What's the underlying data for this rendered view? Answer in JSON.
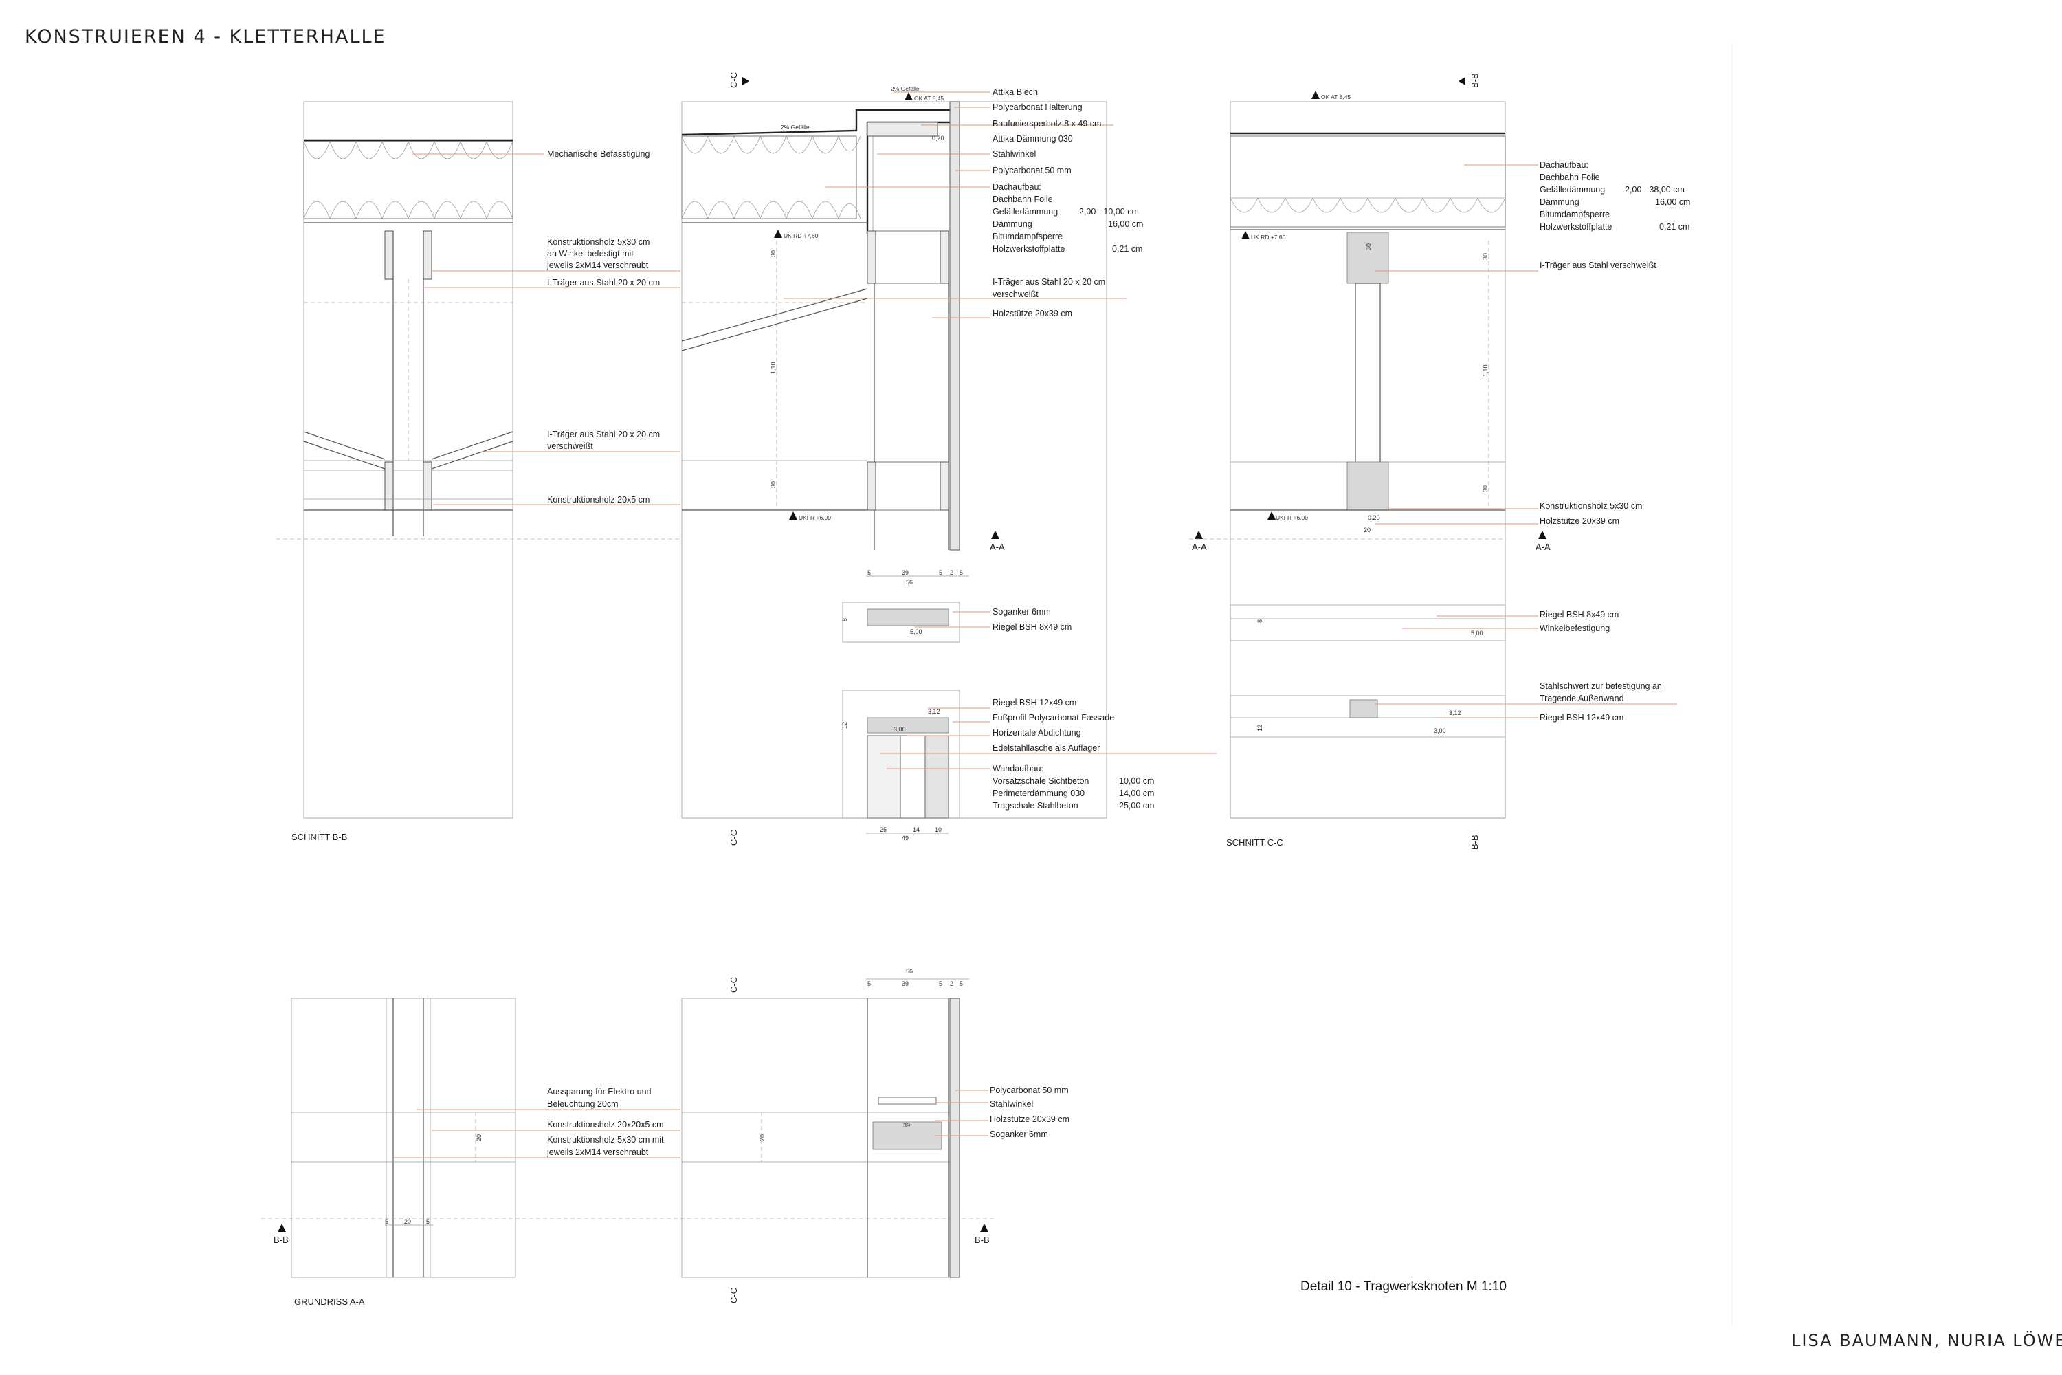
{
  "sheet": {
    "title": "KONSTRUIEREN 4 - KLETTERHALLE",
    "authors": "LISA BAUMANN, NURIA LÖWE",
    "caption": "Detail 10 - Tragwerksknoten M 1:10"
  },
  "section_titles": {
    "schnitt_bb": "SCHNITT B-B",
    "schnitt_cc": "SCHNITT C-C",
    "grundriss_aa": "GRUNDRISS A-A"
  },
  "markers": {
    "aa": "A-A",
    "bb": "B-B",
    "cc": "C-C"
  },
  "levels": {
    "ok_at": "OK AT 8,45",
    "uk_rd": "UK RD +7,60",
    "ukfr": "UKFR +6,00",
    "slope": "2% Gefälle"
  },
  "labels_bb": [
    "Mechanische Befässtigung",
    "Konstruktionsholz 5x30 cm",
    "an Winkel befestigt mit",
    "jeweils 2xM14 verschraubt",
    "I-Träger aus Stahl 20 x 20 cm",
    "I-Träger aus Stahl 20 x 20 cm",
    "verschweißt",
    "Konstruktionsholz 20x5 cm"
  ],
  "labels_center_top": [
    "Attika Blech",
    "Polycarbonat Halterung",
    "Baufuniersperholz 8 x 49 cm",
    "Attika Dämmung 030",
    "Stahlwinkel",
    "Polycarbonat 50 mm",
    "Dachaufbau:",
    "Dachbahn Folie"
  ],
  "roof_layers_center": [
    {
      "name": "Gefälledämmung",
      "value": "2,00 - 10,00 cm"
    },
    {
      "name": "Dämmung",
      "value": "16,00 cm"
    },
    {
      "name": "Bitumdampfsperre",
      "value": ""
    },
    {
      "name": "Holzwerkstoffplatte",
      "value": "0,21 cm"
    }
  ],
  "labels_center_mid": [
    "I-Träger aus Stahl 20 x 20 cm",
    "verschweißt",
    "Holzstütze 20x39 cm"
  ],
  "labels_center_riegel": [
    "Soganker 6mm",
    "Riegel BSH 8x49 cm"
  ],
  "labels_center_foot": [
    "Riegel BSH 12x49 cm",
    "Fußprofil Polycarbonat Fassade",
    "Horizentale Abdichtung",
    "Edelstahllasche als Auflager",
    "Wandaufbau:"
  ],
  "wall_layers": [
    {
      "name": "Vorsatzschale Sichtbeton",
      "value": "10,00 cm"
    },
    {
      "name": "Perimeterdämmung 030",
      "value": "14,00 cm"
    },
    {
      "name": "Tragschale Stahlbeton",
      "value": "25,00 cm"
    }
  ],
  "labels_cc": [
    "Dachaufbau:",
    "Dachbahn Folie",
    "Bitumdampfsperre",
    "I-Träger aus Stahl verschweißt",
    "Konstruktionsholz 5x30 cm",
    "Holzstütze 20x39 cm",
    "Riegel BSH 8x49 cm",
    "Winkelbefestigung",
    "Stahlschwert zur befestigung an",
    "Tragende Außenwand",
    "Riegel BSH 12x49 cm"
  ],
  "roof_layers_cc": [
    {
      "name": "Gefälledämmung",
      "value": "2,00 - 38,00 cm"
    },
    {
      "name": "Dämmung",
      "value": "16,00 cm"
    },
    {
      "name": "Holzwerkstoffplatte",
      "value": "0,21 cm"
    }
  ],
  "labels_plan": [
    "Aussparung für Elektro und",
    "Beleuchtung 20cm",
    "Konstruktionsholz 20x20x5 cm",
    "Konstruktionsholz 5x30 cm mit",
    "jeweils 2xM14 verschraubt",
    "Polycarbonat 50 mm",
    "Stahlwinkel",
    "Holzstütze 20x39 cm",
    "Soganker 6mm"
  ],
  "dims": {
    "d5": "5",
    "d39": "39",
    "d2": "2",
    "d56": "56",
    "d30": "30",
    "d110": "1,10",
    "d20": "20",
    "d8": "8",
    "d12": "12",
    "d25": "25",
    "d14": "14",
    "d10": "10",
    "d49": "49",
    "e020": "0,20",
    "e500": "5,00",
    "e312": "3,12",
    "e300": "3,00"
  }
}
